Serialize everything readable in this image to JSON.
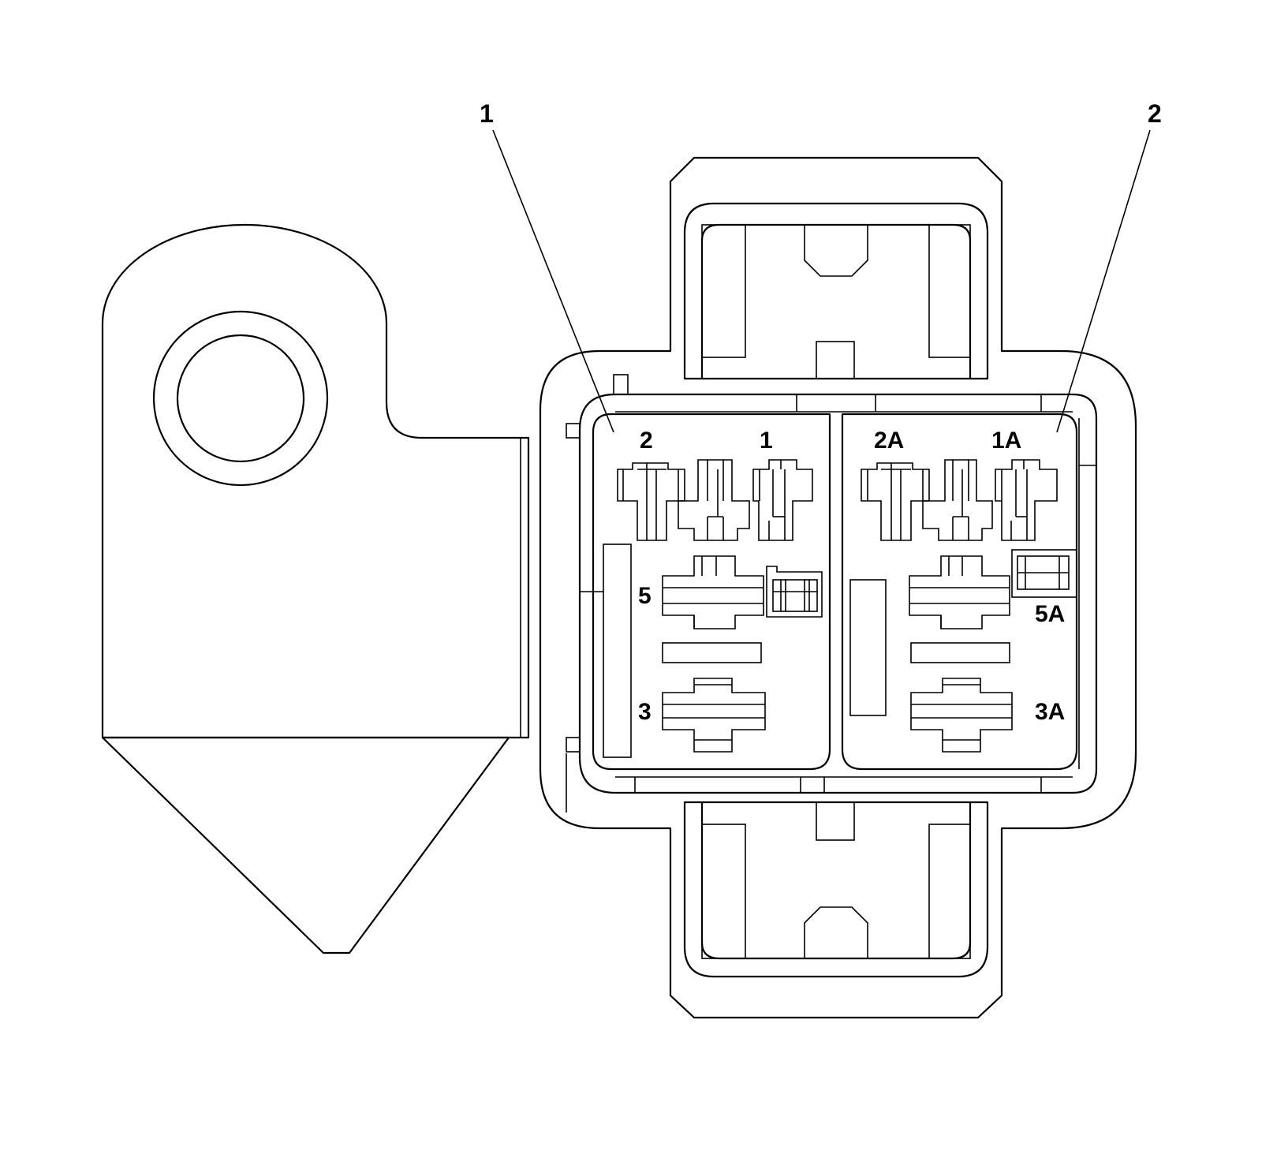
{
  "callouts": {
    "first": "1",
    "second": "2"
  },
  "left_cavity": {
    "pin_2": "2",
    "pin_1": "1",
    "pin_5": "5",
    "pin_3": "3"
  },
  "right_cavity": {
    "pin_2a": "2A",
    "pin_1a": "1A",
    "pin_5a": "5A",
    "pin_3a": "3A"
  },
  "colors": {
    "line": "#000000",
    "background": "#ffffff"
  }
}
